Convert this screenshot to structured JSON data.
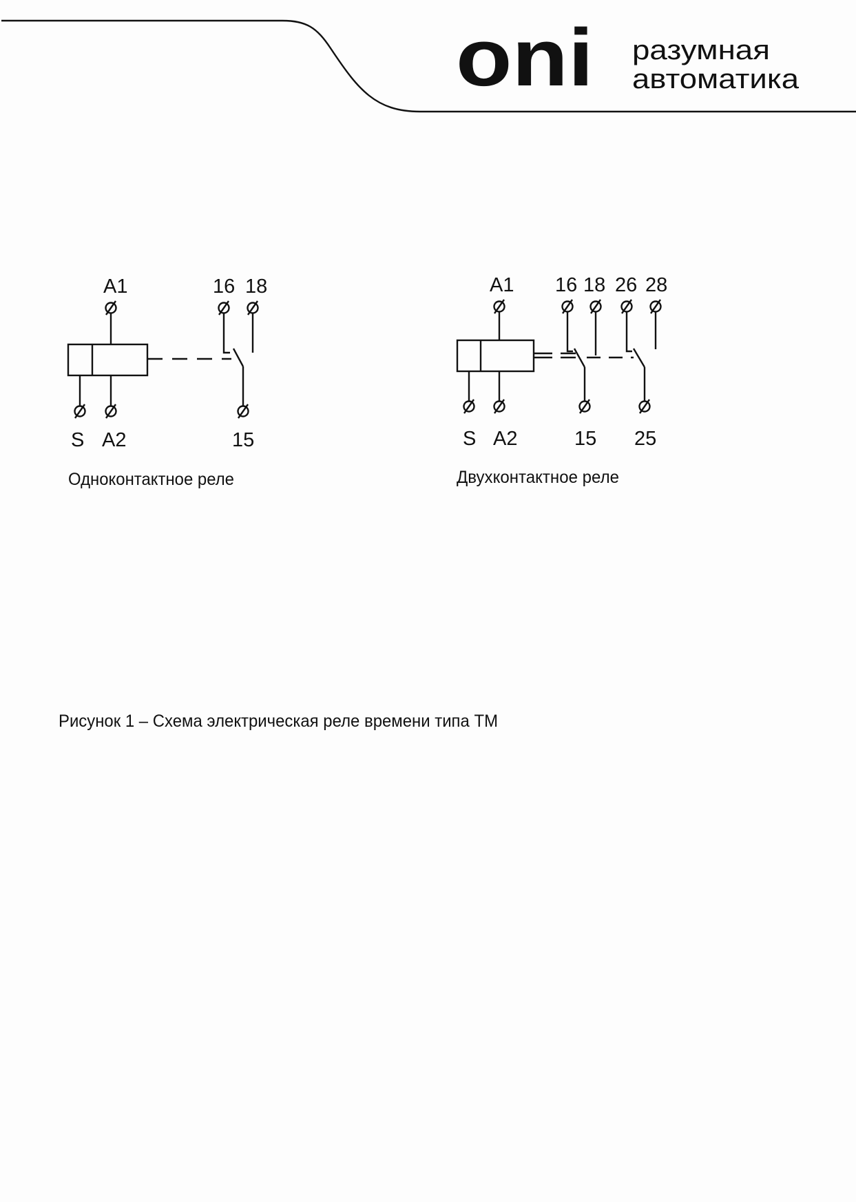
{
  "header": {
    "logo_text": "oni",
    "tagline_line1": "разумная",
    "tagline_line2": "автоматика"
  },
  "single_relay": {
    "caption": "Одноконтактное реле",
    "labels": {
      "a1": "A1",
      "s": "S",
      "a2": "A2",
      "t16": "16",
      "t18": "18",
      "t15": "15"
    }
  },
  "double_relay": {
    "caption": "Двухконтактное реле",
    "labels": {
      "a1": "A1",
      "s": "S",
      "a2": "A2",
      "t16": "16",
      "t18": "18",
      "t26": "26",
      "t28": "28",
      "t15": "15",
      "t25": "25"
    }
  },
  "figure_caption": "Рисунок 1 – Схема электрическая реле времени типа ТМ",
  "colors": {
    "ink": "#111111",
    "background": "#fdfdfd"
  }
}
